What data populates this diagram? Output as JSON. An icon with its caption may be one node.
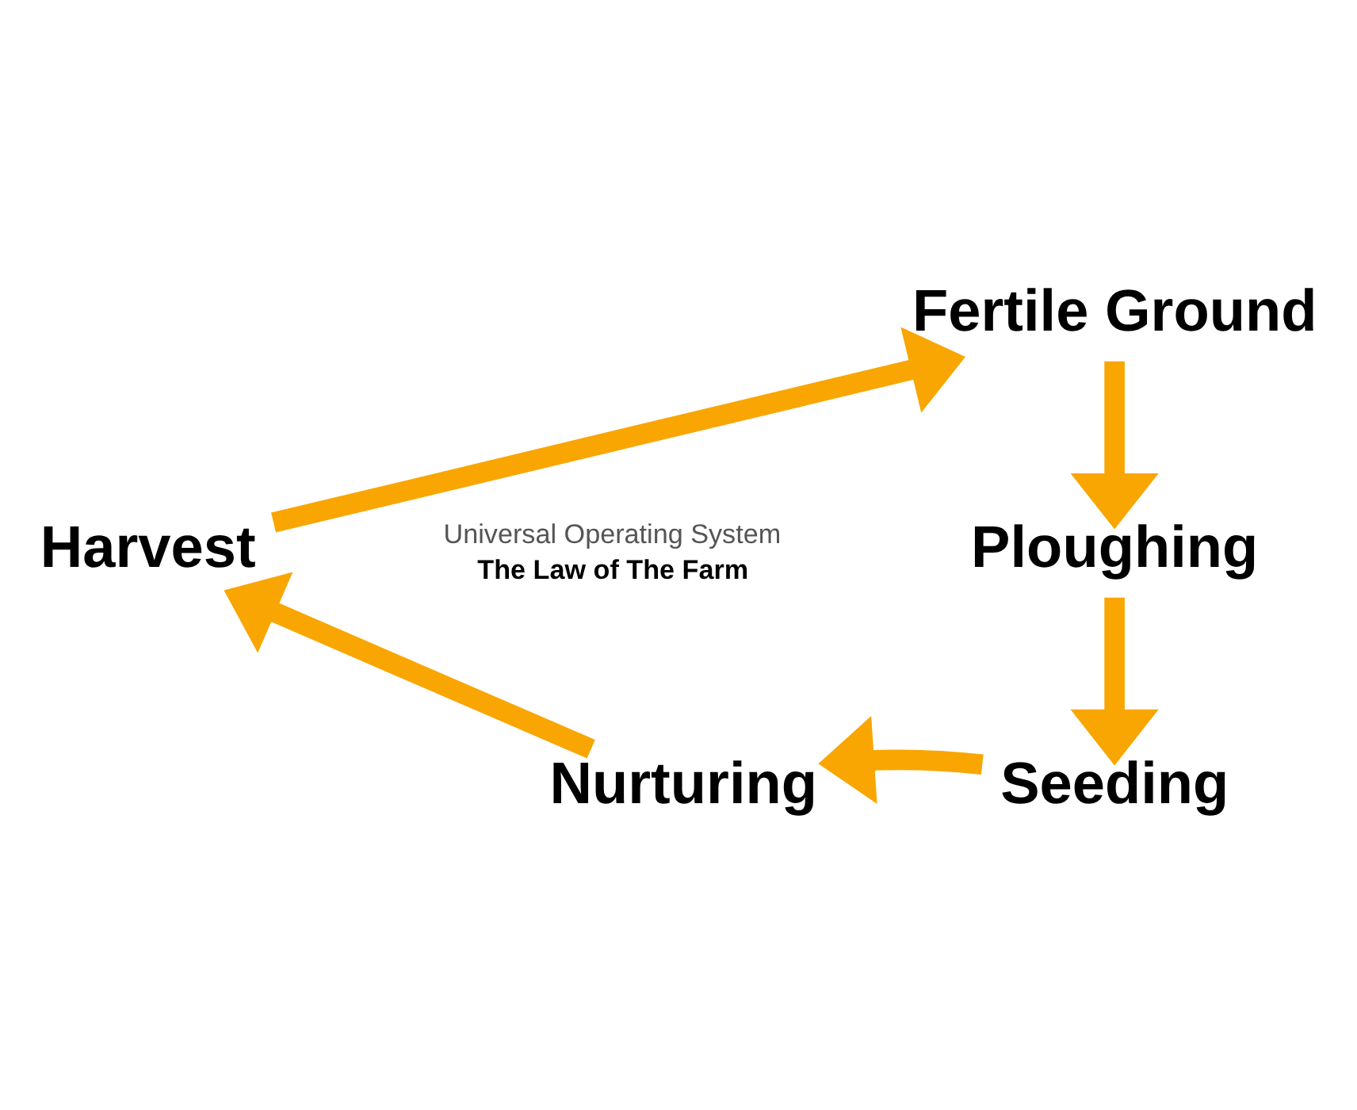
{
  "diagram": {
    "nodes": [
      {
        "text": [
          "Fertile Ground"
        ]
      },
      {
        "text": [
          "Ploughing"
        ]
      },
      {
        "text": [
          "Seeding"
        ]
      },
      {
        "text": [
          "Nurturing"
        ]
      },
      {
        "text": [
          "Harvest"
        ]
      }
    ],
    "edges": [
      {
        "from": 0,
        "to": 1,
        "arrow": "to"
      },
      {
        "from": 1,
        "to": 2,
        "arrow": "to"
      },
      {
        "from": 2,
        "to": 3,
        "arrow": "to"
      },
      {
        "from": 3,
        "to": 4,
        "arrow": "to"
      },
      {
        "from": 4,
        "to": 0,
        "arrow": "to"
      }
    ],
    "labels": [
      "Universal Operating System",
      "The Law of The Farm"
    ]
  }
}
